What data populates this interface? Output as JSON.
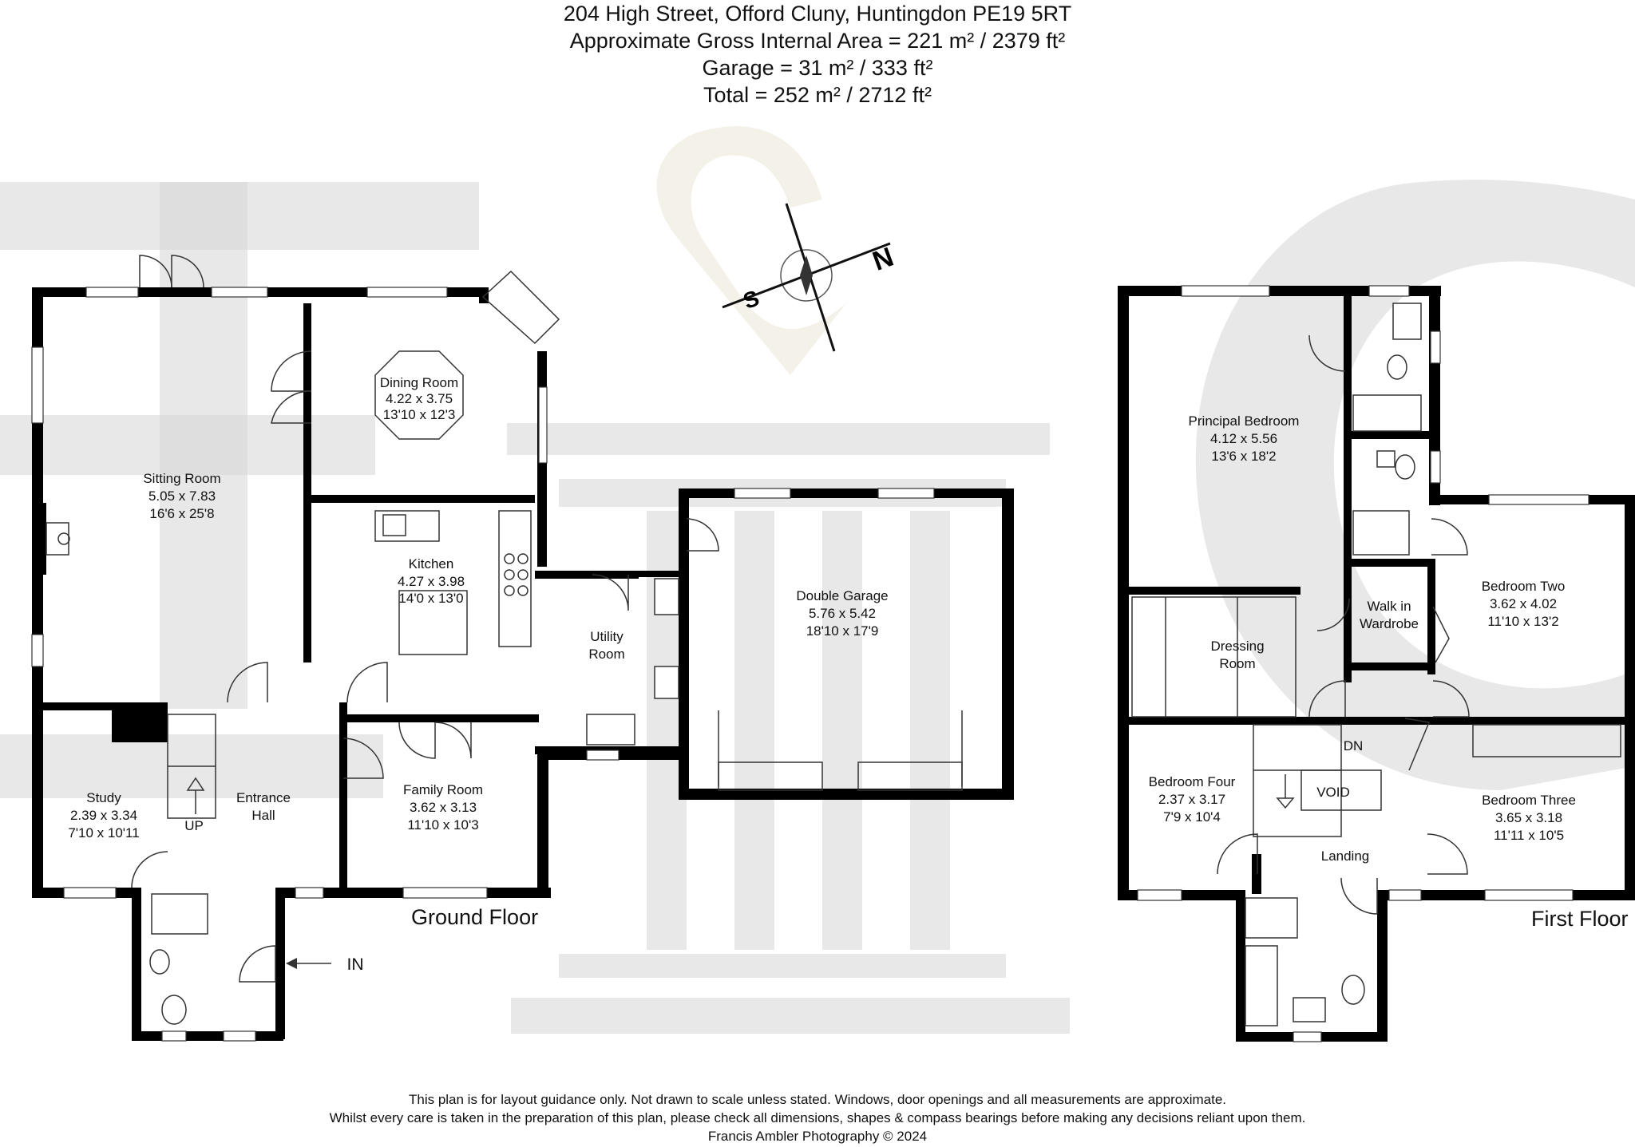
{
  "header": {
    "address": "204 High Street, Offord Cluny, Huntingdon PE19 5RT",
    "gross_area": "Approximate Gross Internal Area = 221 m² / 2379 ft²",
    "garage_area": "Garage = 31 m² / 333 ft²",
    "total_area": "Total = 252 m² / 2712 ft²"
  },
  "compass": {
    "north": "N",
    "south": "S"
  },
  "ground_floor": {
    "label": "Ground Floor",
    "entrance": "IN",
    "stairs_up": "UP",
    "rooms": {
      "sitting": {
        "name": "Sitting Room",
        "metric": "5.05 x 7.83",
        "imperial": "16'6 x 25'8"
      },
      "dining": {
        "name": "Dining Room",
        "metric": "4.22 x 3.75",
        "imperial": "13'10 x 12'3"
      },
      "kitchen": {
        "name": "Kitchen",
        "metric": "4.27 x 3.98",
        "imperial": "14'0 x 13'0"
      },
      "utility": {
        "name1": "Utility",
        "name2": "Room"
      },
      "garage": {
        "name": "Double Garage",
        "metric": "5.76 x 5.42",
        "imperial": "18'10 x 17'9"
      },
      "study": {
        "name": "Study",
        "metric": "2.39 x 3.34",
        "imperial": "7'10 x 10'11"
      },
      "hall": {
        "name1": "Entrance",
        "name2": "Hall"
      },
      "family": {
        "name": "Family Room",
        "metric": "3.62 x 3.13",
        "imperial": "11'10 x 10'3"
      }
    }
  },
  "first_floor": {
    "label": "First Floor",
    "stairs_down": "DN",
    "void": "VOID",
    "rooms": {
      "principal": {
        "name": "Principal Bedroom",
        "metric": "4.12 x 5.56",
        "imperial": "13'6 x 18'2"
      },
      "walkin": {
        "name1": "Walk in",
        "name2": "Wardrobe"
      },
      "bed2": {
        "name": "Bedroom Two",
        "metric": "3.62 x 4.02",
        "imperial": "11'10 x 13'2"
      },
      "dressing": {
        "name1": "Dressing",
        "name2": "Room"
      },
      "bed4": {
        "name": "Bedroom Four",
        "metric": "2.37 x 3.17",
        "imperial": "7'9 x 10'4"
      },
      "bed3": {
        "name": "Bedroom Three",
        "metric": "3.65 x 3.18",
        "imperial": "11'11 x 10'5"
      },
      "landing": {
        "name": "Landing"
      }
    }
  },
  "footer": {
    "line1": "This plan is for layout guidance only. Not drawn to scale unless stated. Windows, door openings and all measurements are approximate.",
    "line2": "Whilst every care is taken in the preparation of this plan, please check all dimensions, shapes & compass bearings before making any decisions reliant upon them.",
    "line3": "Francis Ambler Photography © 2024"
  }
}
